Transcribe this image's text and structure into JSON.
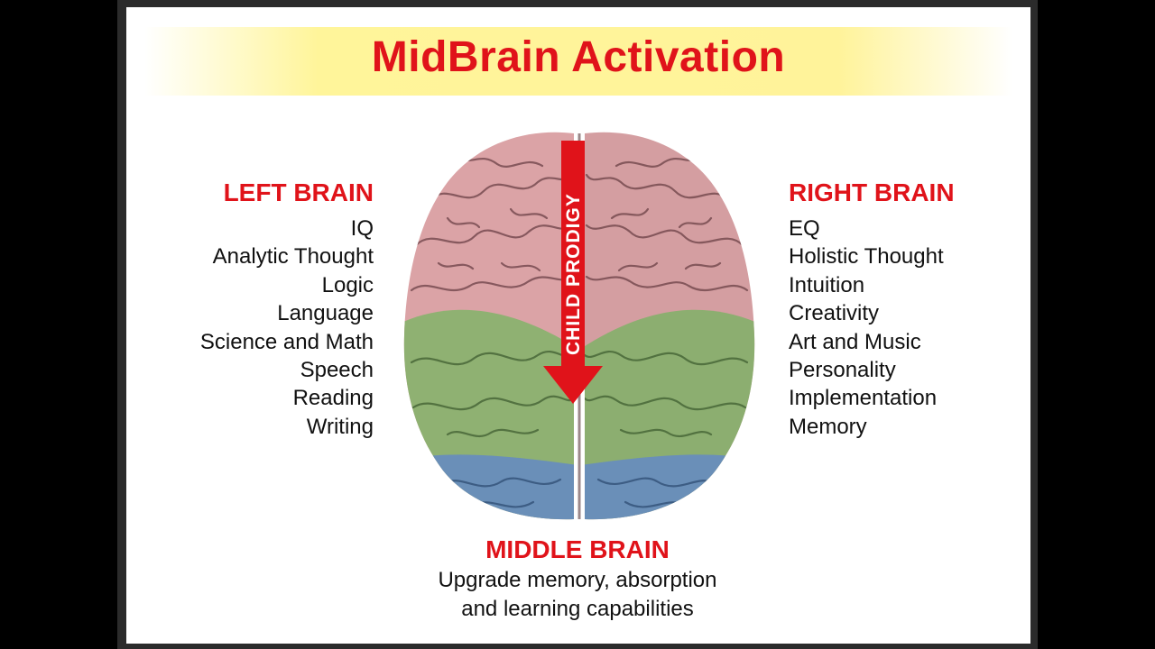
{
  "title": "MidBrain Activation",
  "left_brain": {
    "heading": "LEFT BRAIN",
    "items": [
      "IQ",
      "Analytic Thought",
      "Logic",
      "Language",
      "Science and Math",
      "Speech",
      "Reading",
      "Writing"
    ]
  },
  "right_brain": {
    "heading": "RIGHT BRAIN",
    "items": [
      "EQ",
      "Holistic Thought",
      "Intuition",
      "Creativity",
      "Art and Music",
      "Personality",
      "Implementation",
      "Memory"
    ]
  },
  "center": {
    "arrow_label": "CHILD PRODIGY"
  },
  "middle_brain": {
    "heading": "MIDDLE BRAIN",
    "line1": "Upgrade memory, absorption",
    "line2": "and learning capabilities"
  },
  "colors": {
    "accent_red": "#e0131a",
    "title_band": "#fff39a",
    "brain_pink": "#dba3a6",
    "brain_green": "#8fb172",
    "brain_blue": "#6a8fb8"
  }
}
